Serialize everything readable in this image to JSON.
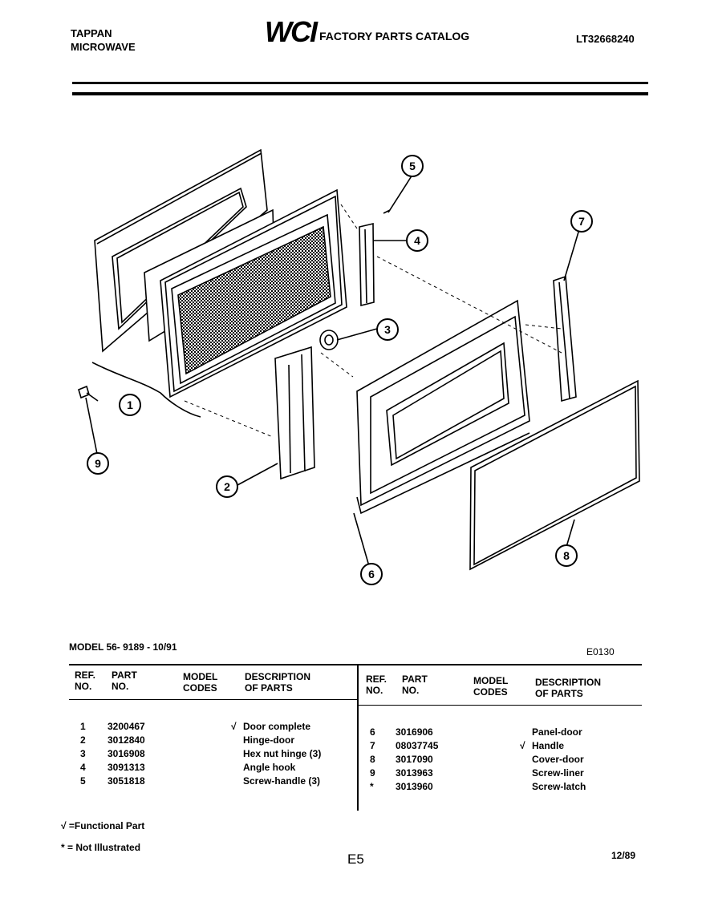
{
  "header": {
    "brand_line1": "TAPPAN",
    "brand_line2": "MICROWAVE",
    "logo_text": "WCI",
    "catalog_title": "FACTORY PARTS CATALOG",
    "doc_number": "LT32668240"
  },
  "diagram": {
    "callouts": [
      "1",
      "2",
      "3",
      "4",
      "5",
      "6",
      "7",
      "8",
      "9"
    ]
  },
  "model_line": "MODEL 56- 9189 - 10/91",
  "figure_code": "E0130",
  "table": {
    "headers": {
      "ref": [
        "REF.",
        "NO."
      ],
      "part": [
        "PART",
        "NO."
      ],
      "model": [
        "MODEL",
        "CODES"
      ],
      "desc": [
        "DESCRIPTION",
        "OF PARTS"
      ]
    },
    "left": [
      {
        "ref": "1",
        "part": "3200467",
        "mark": "√",
        "desc": "Door complete"
      },
      {
        "ref": "2",
        "part": "3012840",
        "mark": "",
        "desc": "Hinge-door"
      },
      {
        "ref": "3",
        "part": "3016908",
        "mark": "",
        "desc": "Hex nut hinge (3)"
      },
      {
        "ref": "4",
        "part": "3091313",
        "mark": "",
        "desc": "Angle hook"
      },
      {
        "ref": "5",
        "part": "3051818",
        "mark": "",
        "desc": "Screw-handle (3)"
      }
    ],
    "right": [
      {
        "ref": "6",
        "part": "3016906",
        "mark": "",
        "desc": "Panel-door"
      },
      {
        "ref": "7",
        "part": "08037745",
        "mark": "√",
        "desc": "Handle"
      },
      {
        "ref": "8",
        "part": "3017090",
        "mark": "",
        "desc": "Cover-door"
      },
      {
        "ref": "9",
        "part": "3013963",
        "mark": "",
        "desc": "Screw-liner"
      },
      {
        "ref": "*",
        "part": "3013960",
        "mark": "",
        "desc": "Screw-latch"
      }
    ]
  },
  "footer": {
    "note1": "√ =Functional Part",
    "note2": "* = Not Illustrated",
    "page": "E5",
    "date": "12/89"
  }
}
